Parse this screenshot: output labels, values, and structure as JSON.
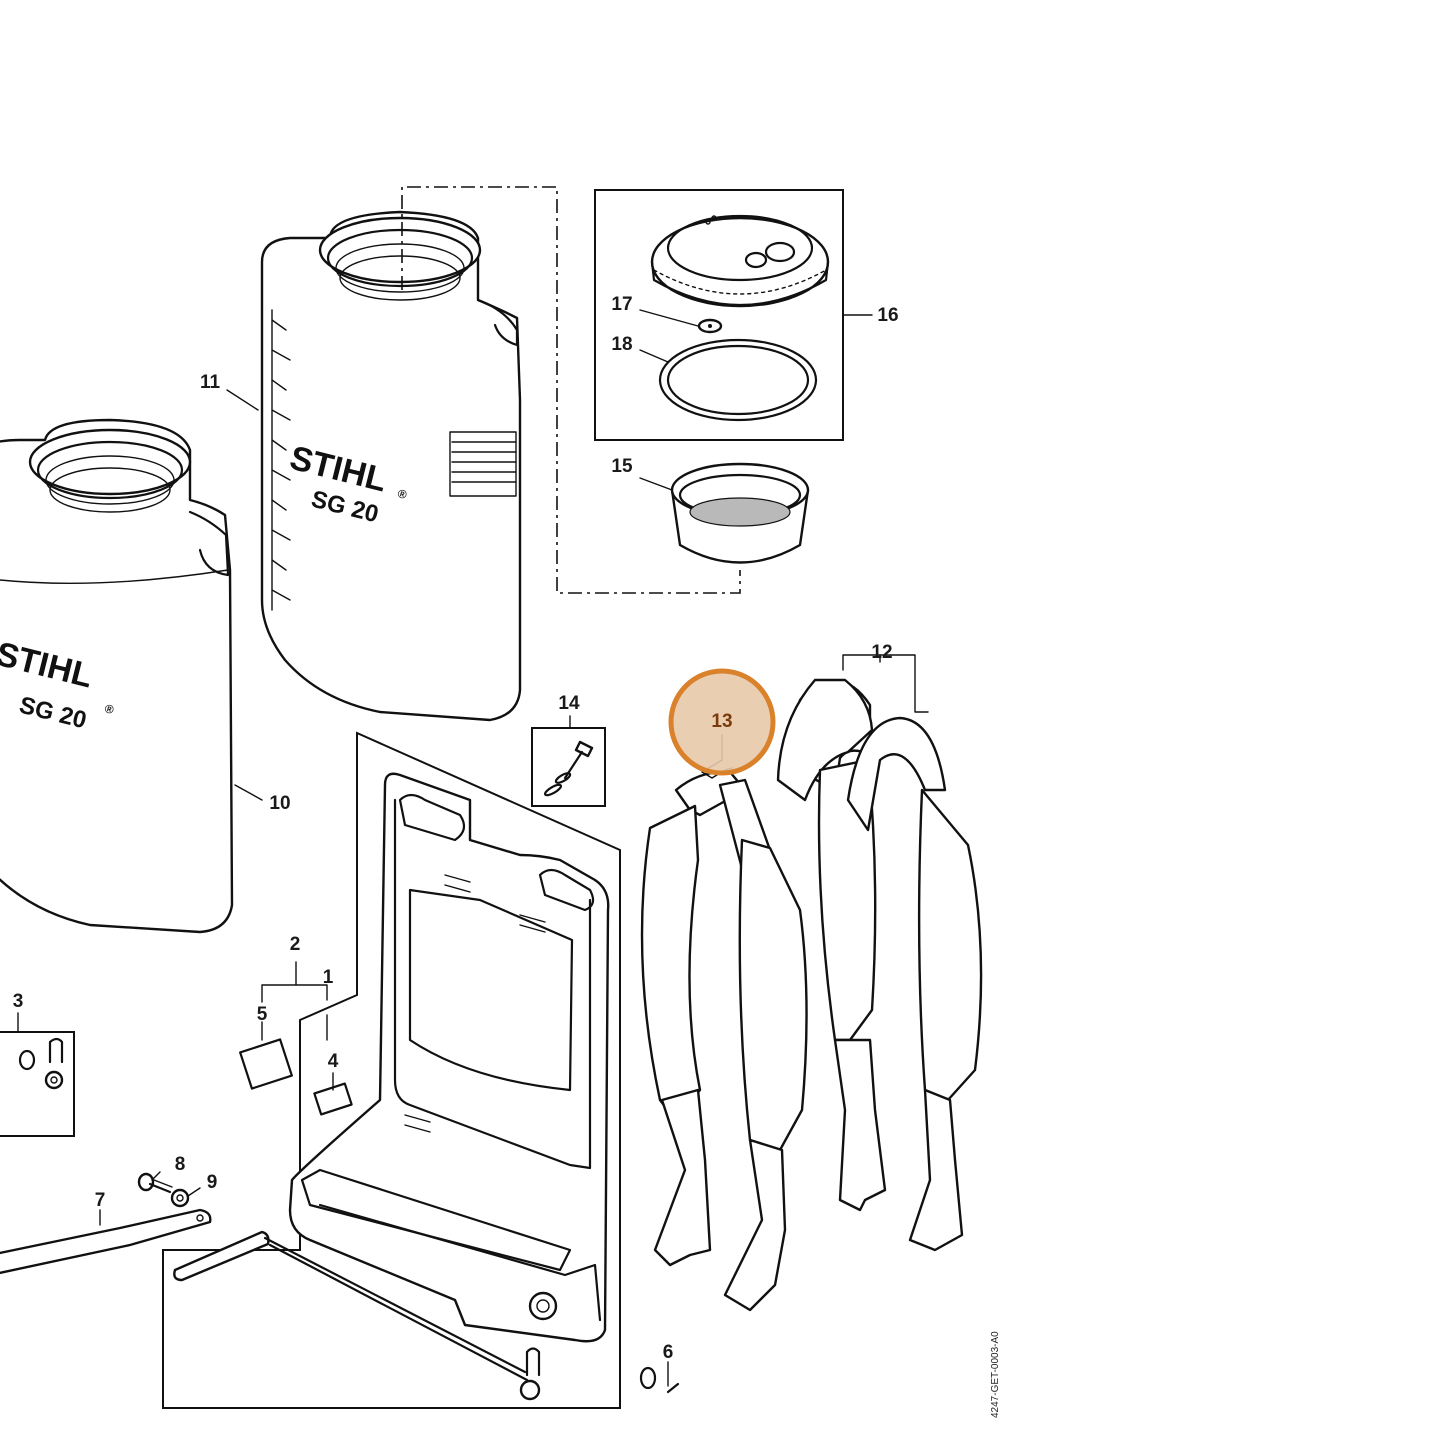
{
  "brand": {
    "name": "STIHL",
    "model": "SG 20",
    "reg_mark": "®"
  },
  "callouts": [
    "1",
    "2",
    "3",
    "4",
    "5",
    "6",
    "7",
    "8",
    "9",
    "10",
    "11",
    "12",
    "13",
    "14",
    "15",
    "16",
    "17",
    "18"
  ],
  "highlighted_callout": "13",
  "highlight_color": "#d9822b",
  "highlight_fill": "#e8c9a8",
  "drawing_reference": "4247-GET-0003-A0"
}
